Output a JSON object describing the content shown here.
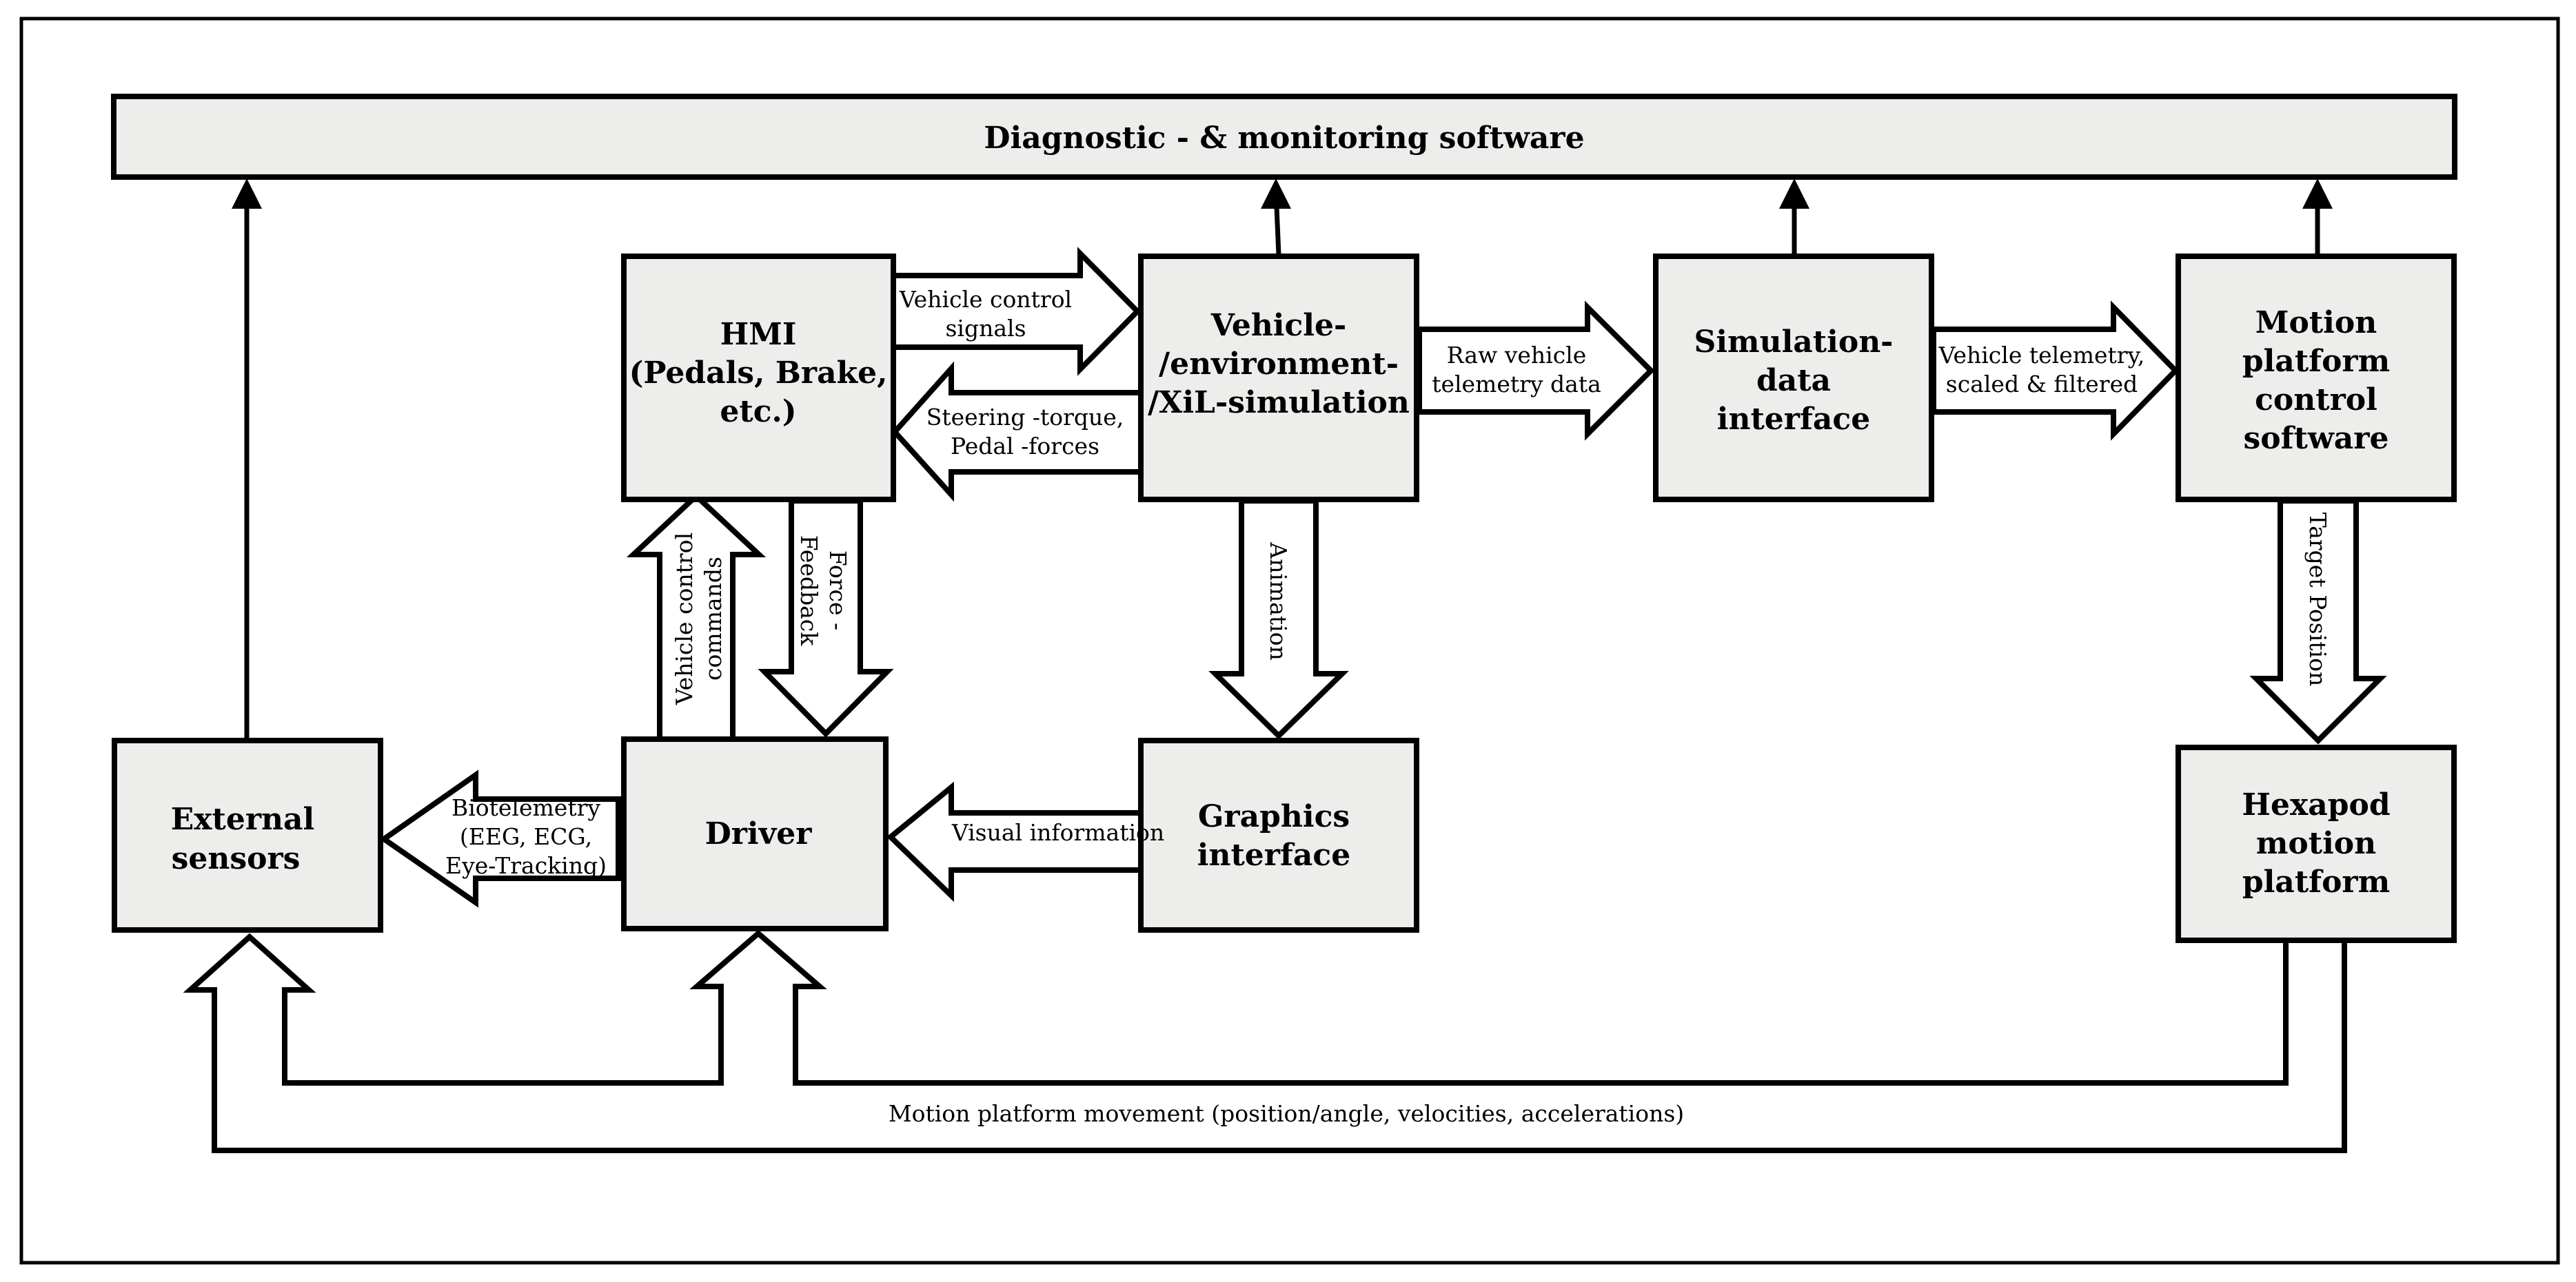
{
  "boxes": {
    "diagnostic": "Diagnostic - & monitoring software",
    "hmi": [
      "HMI",
      "(Pedals, Brake,",
      "etc.)"
    ],
    "vehicle_sim": [
      "Vehicle-",
      "/environment-",
      "/XiL-simulation"
    ],
    "sim_data": [
      "Simulation-",
      "data",
      "interface"
    ],
    "motion_sw": [
      "Motion",
      "platform",
      "control",
      "software"
    ],
    "external_sensors": [
      "External",
      "sensors"
    ],
    "driver": "Driver",
    "graphics": [
      "Graphics",
      "interface"
    ],
    "hexapod": [
      "Hexapod",
      "motion",
      "platform"
    ]
  },
  "labels": {
    "vehicle_control_signals": [
      "Vehicle control",
      "signals"
    ],
    "steering_torque": [
      "Steering -torque,",
      "Pedal -forces"
    ],
    "raw_telemetry": [
      "Raw vehicle",
      "telemetry data"
    ],
    "telemetry_scaled": [
      "Vehicle telemetry,",
      "scaled & filtered"
    ],
    "vehicle_control_commands": [
      "Vehicle control",
      "commands"
    ],
    "force_feedback": [
      "Force -",
      "Feedback"
    ],
    "animation": "Animation",
    "target_position": "Target Position",
    "biotelemetry": [
      "Biotelemetry",
      "(EEG, ECG,",
      "Eye-Tracking)"
    ],
    "visual_information": "Visual information",
    "motion_movement": "Motion platform movement (position/angle, velocities, accelerations)"
  }
}
